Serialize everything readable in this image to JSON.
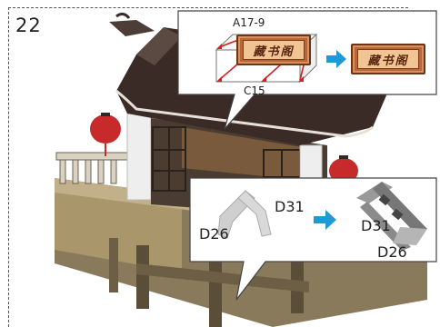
{
  "step": {
    "number": "22"
  },
  "callout_top": {
    "part_label_1": "A17-9",
    "part_label_2": "C15",
    "sign_text": "藏书阁"
  },
  "callout_bottom": {
    "before_label_1": "D31",
    "before_label_2": "D26",
    "after_label_1": "D31",
    "after_label_2": "D26"
  },
  "colors": {
    "arrow": "#1e9bd7",
    "guide_lines": "#d42020",
    "sign_frame": "#b9653a",
    "roof": "#3a2b26",
    "lantern": "#c62a2a"
  },
  "icons": [
    "right-arrow-icon",
    "wall-panel-icon",
    "sign-board-icon",
    "lantern-icon"
  ]
}
